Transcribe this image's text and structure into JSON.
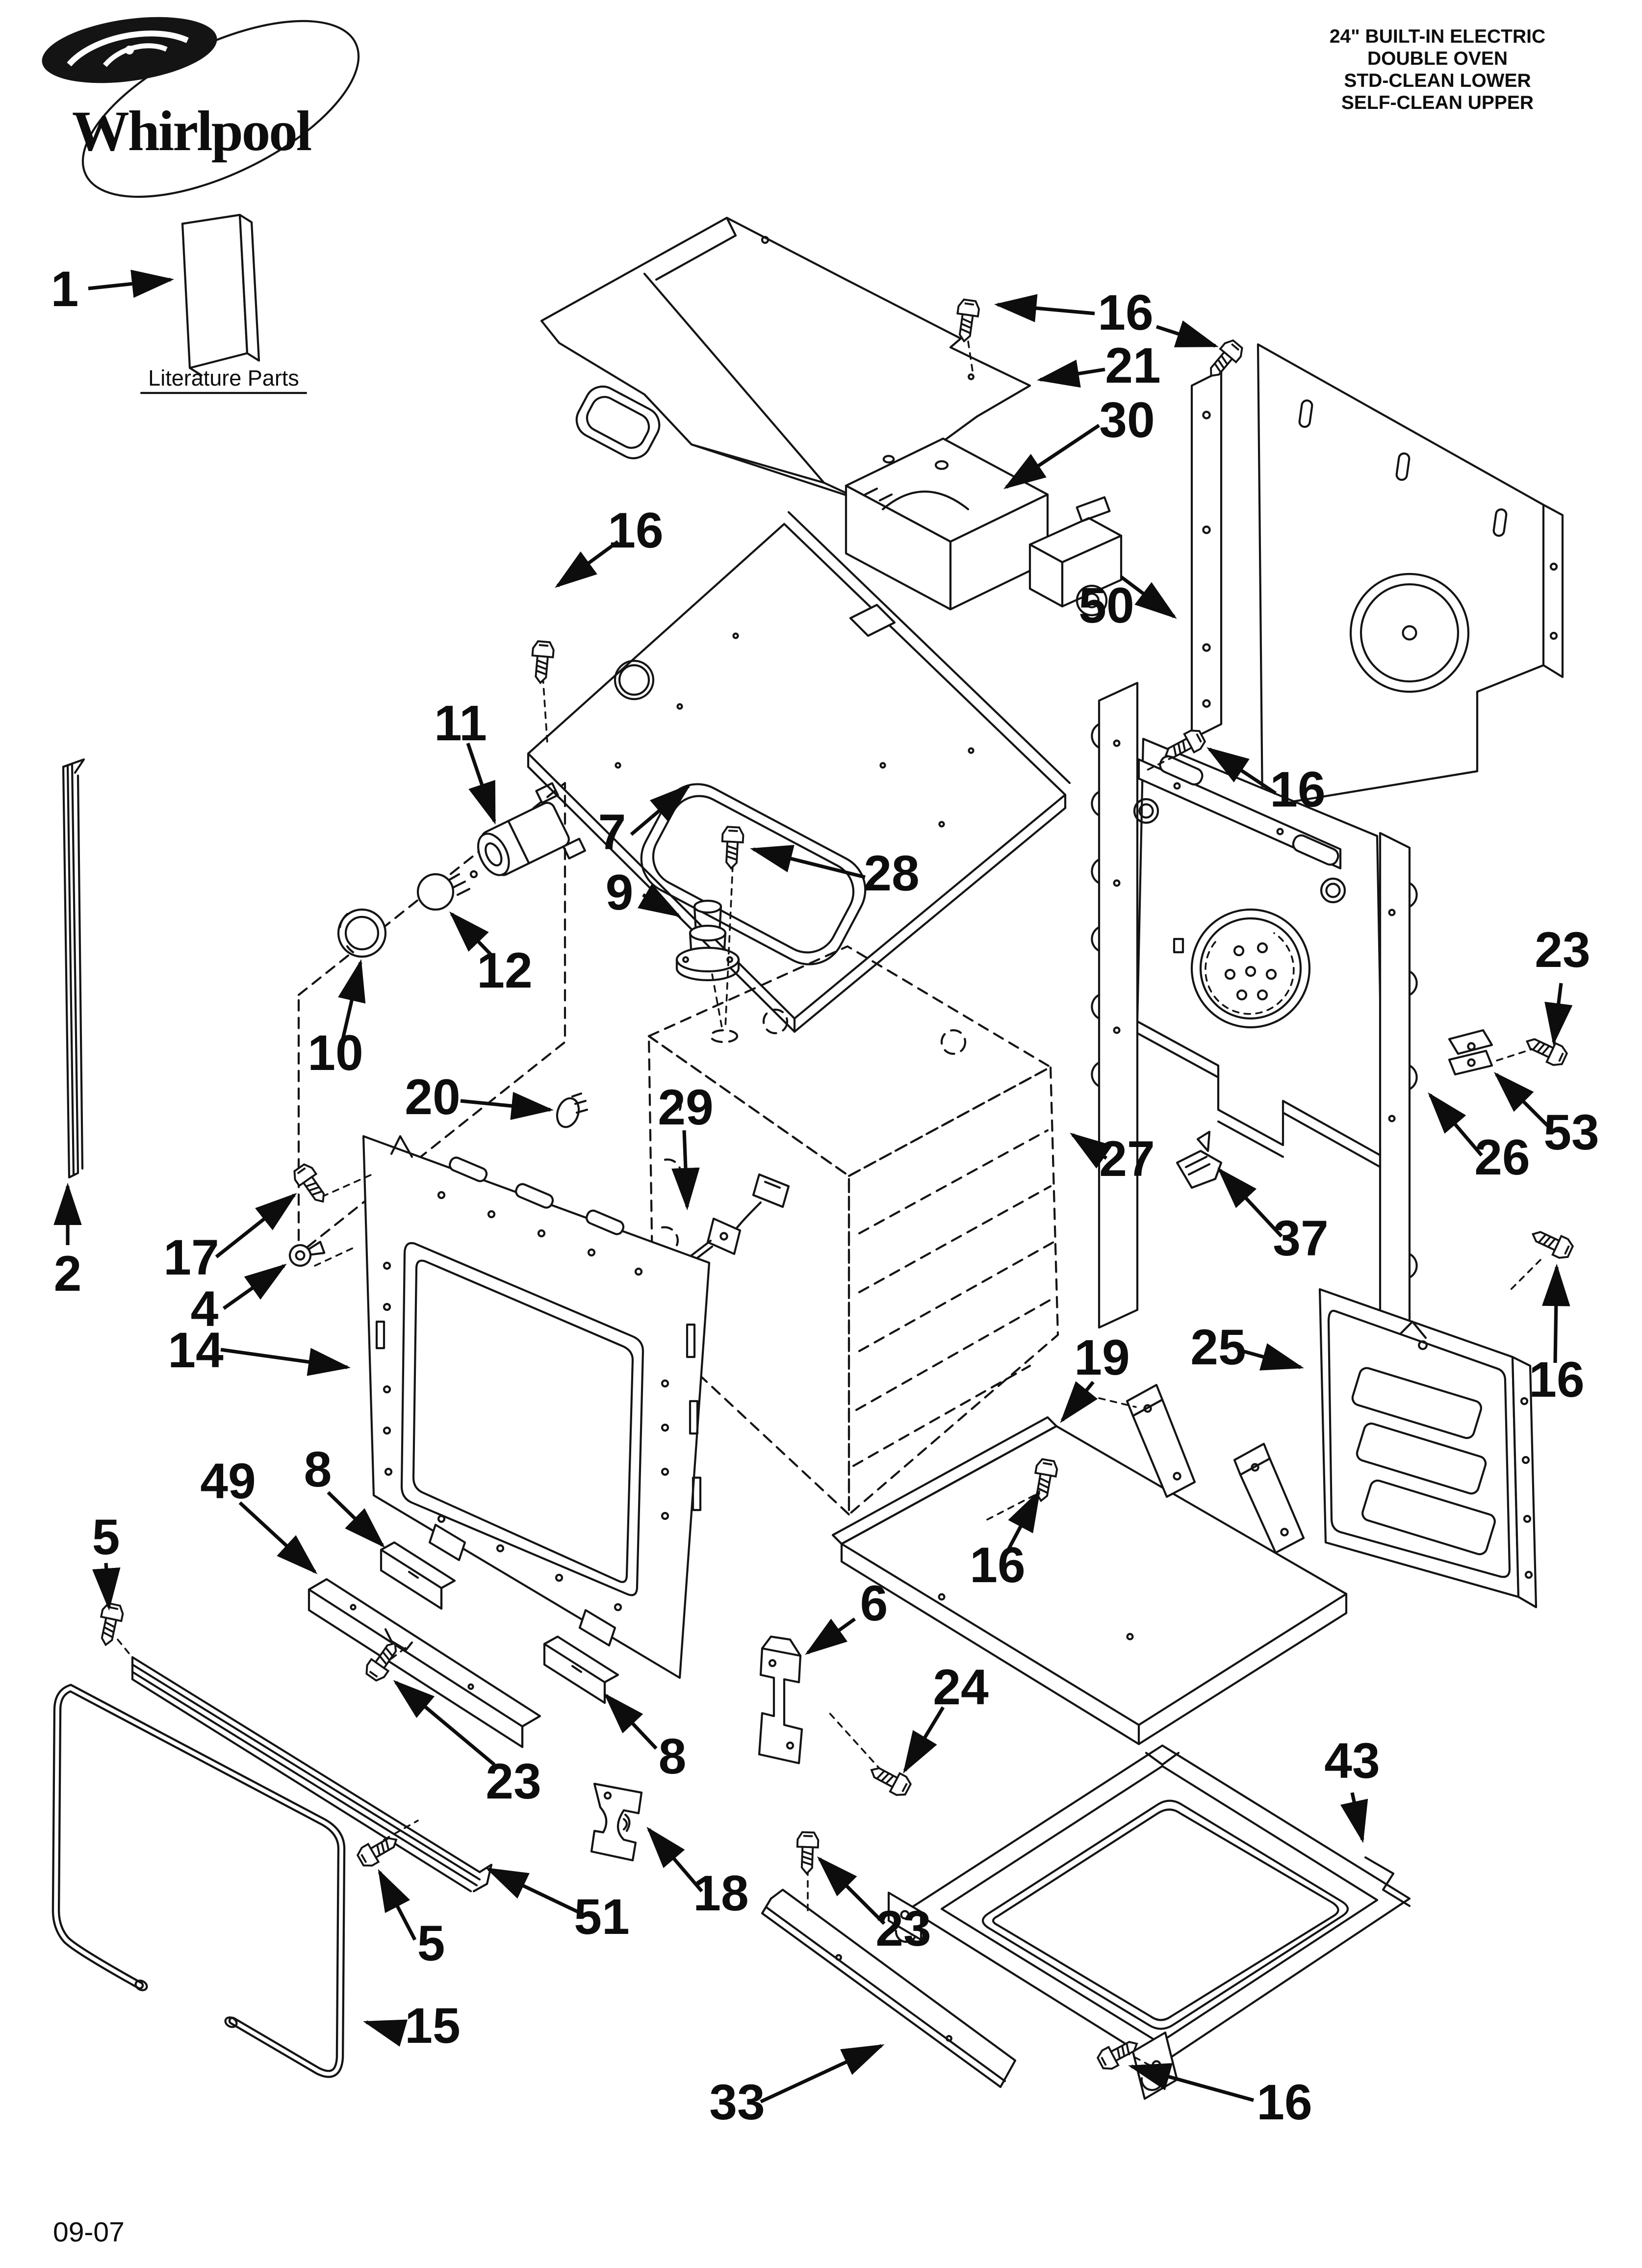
{
  "brand": {
    "name": "Whirlpool"
  },
  "header": {
    "lines": [
      "24\" BUILT-IN ELECTRIC",
      "DOUBLE OVEN",
      "STD-CLEAN LOWER",
      "SELF-CLEAN UPPER"
    ]
  },
  "literature": {
    "label": "Literature Parts"
  },
  "footer": {
    "code": "09-07"
  },
  "colors": {
    "ink": "#141414",
    "paper": "#ffffff"
  },
  "callouts": [
    {
      "id": "lit-book",
      "label": "1"
    },
    {
      "id": "side-trim-strip",
      "label": "2"
    },
    {
      "id": "screw-top",
      "label": "16"
    },
    {
      "id": "top-cover",
      "label": "21"
    },
    {
      "id": "control-box",
      "label": "30"
    },
    {
      "id": "rear-panel",
      "label": "50"
    },
    {
      "id": "screw-deck",
      "label": "16"
    },
    {
      "id": "light-kit-box",
      "label": "11"
    },
    {
      "id": "deck-panel",
      "label": "7"
    },
    {
      "id": "screw-deck-rear",
      "label": "28"
    },
    {
      "id": "vent-grommet",
      "label": "9"
    },
    {
      "id": "light-bulb",
      "label": "12"
    },
    {
      "id": "light-lens",
      "label": "10"
    },
    {
      "id": "screw-mid-panel",
      "label": "16"
    },
    {
      "id": "screw-right",
      "label": "23"
    },
    {
      "id": "clip-right",
      "label": "53"
    },
    {
      "id": "mid-panel",
      "label": "26"
    },
    {
      "id": "oven-cavity",
      "label": "27"
    },
    {
      "id": "cavity-clip",
      "label": "37"
    },
    {
      "id": "hole-plug",
      "label": "20"
    },
    {
      "id": "sensor",
      "label": "29"
    },
    {
      "id": "screw-frame-top",
      "label": "17"
    },
    {
      "id": "shoulder-screw",
      "label": "4"
    },
    {
      "id": "front-frame",
      "label": "14"
    },
    {
      "id": "access-panel",
      "label": "25"
    },
    {
      "id": "screw-access-panel",
      "label": "16"
    },
    {
      "id": "mid-shelf",
      "label": "19"
    },
    {
      "id": "screw-shelf",
      "label": "16"
    },
    {
      "id": "insulation-rail",
      "label": "49"
    },
    {
      "id": "spacer-block-upper",
      "label": "8"
    },
    {
      "id": "screw-trim-upper",
      "label": "5"
    },
    {
      "id": "screw-rail",
      "label": "23"
    },
    {
      "id": "spacer-block-lower",
      "label": "8"
    },
    {
      "id": "side-bracket",
      "label": "6"
    },
    {
      "id": "screw-bracket",
      "label": "24"
    },
    {
      "id": "latch-bracket",
      "label": "18"
    },
    {
      "id": "lower-trim",
      "label": "51"
    },
    {
      "id": "screw-trim-lower",
      "label": "5"
    },
    {
      "id": "door-gasket",
      "label": "15"
    },
    {
      "id": "screw-bottom-trim",
      "label": "23"
    },
    {
      "id": "bottom-pan",
      "label": "43"
    },
    {
      "id": "bottom-trim",
      "label": "33"
    },
    {
      "id": "screw-pan",
      "label": "16"
    }
  ]
}
